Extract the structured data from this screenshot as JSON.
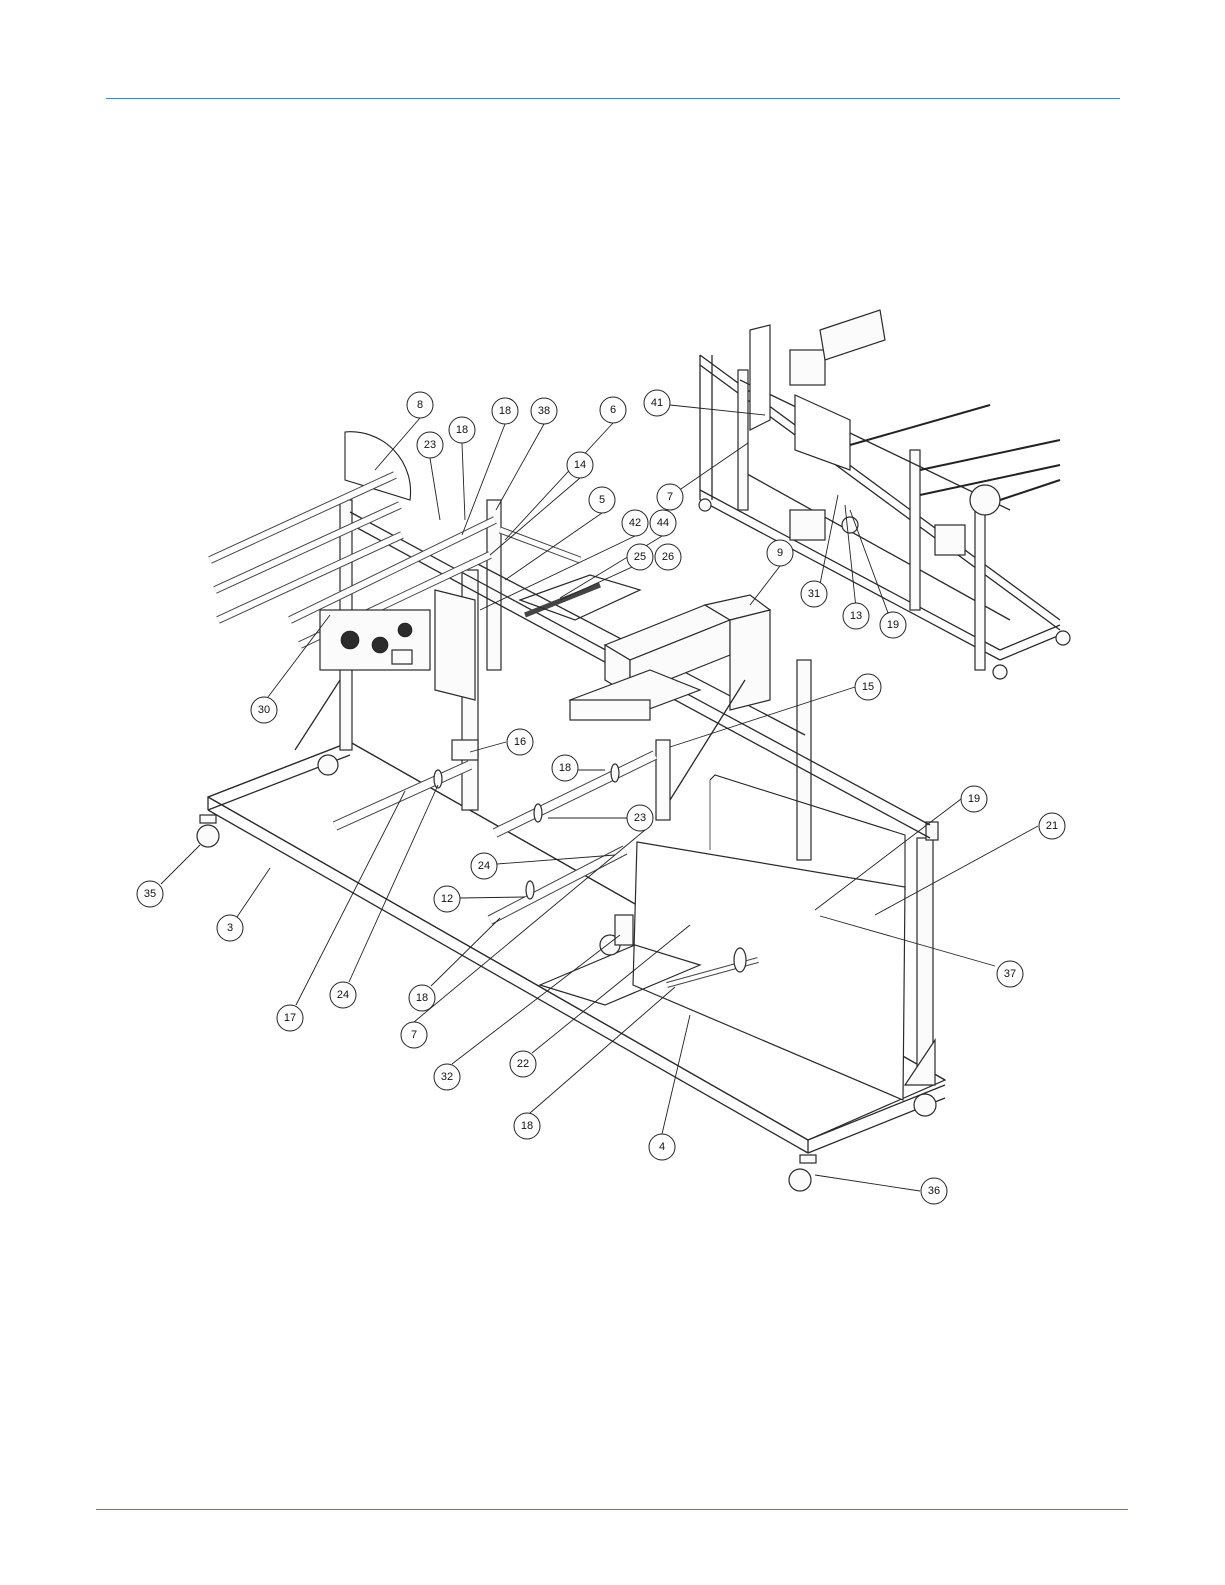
{
  "callouts": [
    {
      "id": "c8",
      "label": "8"
    },
    {
      "id": "c18a",
      "label": "18"
    },
    {
      "id": "c38",
      "label": "38"
    },
    {
      "id": "c6",
      "label": "6"
    },
    {
      "id": "c23a",
      "label": "23"
    },
    {
      "id": "c18b",
      "label": "18"
    },
    {
      "id": "c14",
      "label": "14"
    },
    {
      "id": "c5",
      "label": "5"
    },
    {
      "id": "c42",
      "label": "42"
    },
    {
      "id": "c44",
      "label": "44"
    },
    {
      "id": "c25",
      "label": "25"
    },
    {
      "id": "c26",
      "label": "26"
    },
    {
      "id": "c9",
      "label": "9"
    },
    {
      "id": "c30",
      "label": "30"
    },
    {
      "id": "c15",
      "label": "15"
    },
    {
      "id": "c16",
      "label": "16"
    },
    {
      "id": "c18c",
      "label": "18"
    },
    {
      "id": "c23b",
      "label": "23"
    },
    {
      "id": "c19a",
      "label": "19"
    },
    {
      "id": "c21",
      "label": "21"
    },
    {
      "id": "c24a",
      "label": "24"
    },
    {
      "id": "c12",
      "label": "12"
    },
    {
      "id": "c35",
      "label": "35"
    },
    {
      "id": "c3",
      "label": "3"
    },
    {
      "id": "c37",
      "label": "37"
    },
    {
      "id": "c17",
      "label": "17"
    },
    {
      "id": "c24b",
      "label": "24"
    },
    {
      "id": "c18d",
      "label": "18"
    },
    {
      "id": "c7a",
      "label": "7"
    },
    {
      "id": "c32",
      "label": "32"
    },
    {
      "id": "c22",
      "label": "22"
    },
    {
      "id": "c18e",
      "label": "18"
    },
    {
      "id": "c4",
      "label": "4"
    },
    {
      "id": "c36",
      "label": "36"
    },
    {
      "id": "c41",
      "label": "41"
    },
    {
      "id": "c7b",
      "label": "7"
    },
    {
      "id": "c31",
      "label": "31"
    },
    {
      "id": "c13",
      "label": "13"
    },
    {
      "id": "c19b",
      "label": "19"
    }
  ],
  "colors": {
    "rule": "#4a7fc1",
    "line": "#222222"
  }
}
